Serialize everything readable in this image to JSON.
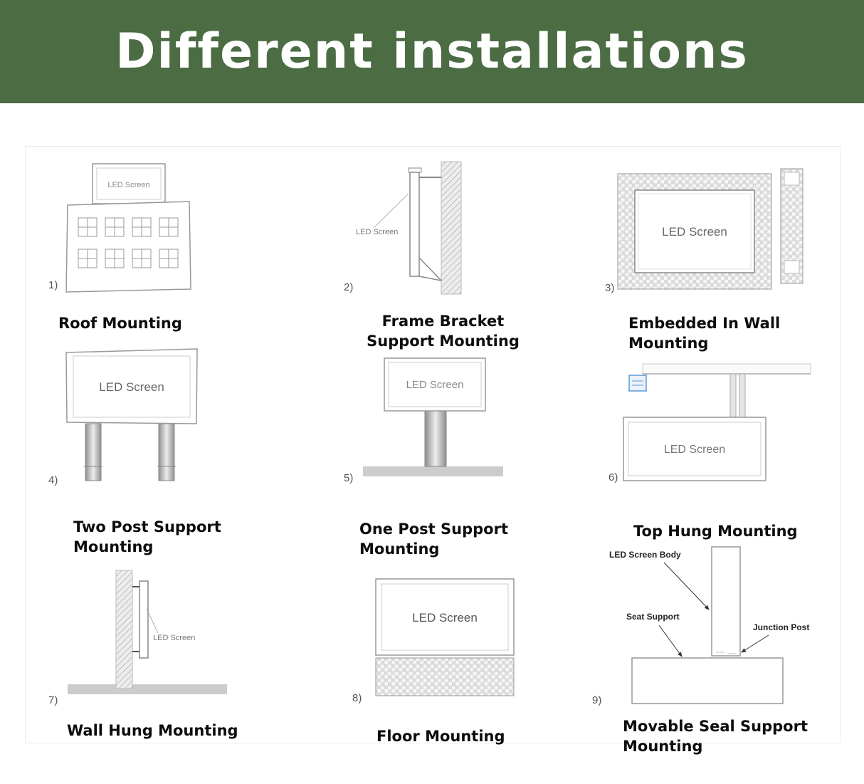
{
  "header": {
    "title": "Different installations"
  },
  "labels": {
    "led_screen": "LED Screen",
    "led_screen_body": "LED Screen Body",
    "seat_support": "Seat Support",
    "junction_post": "Junction Post"
  },
  "diagrams": [
    {
      "number": "1)",
      "caption": "Roof Mounting"
    },
    {
      "number": "2)",
      "caption": "Frame Bracket Support Mounting"
    },
    {
      "number": "3)",
      "caption": "Embedded In Wall Mounting"
    },
    {
      "number": "4)",
      "caption": "Two Post Support Mounting"
    },
    {
      "number": "5)",
      "caption": "One Post Support Mounting"
    },
    {
      "number": "6)",
      "caption": "Top Hung Mounting"
    },
    {
      "number": "7)",
      "caption": "Wall Hung Mounting"
    },
    {
      "number": "8)",
      "caption": "Floor Mounting"
    },
    {
      "number": "9)",
      "caption": "Movable Seal Support Mounting"
    }
  ]
}
